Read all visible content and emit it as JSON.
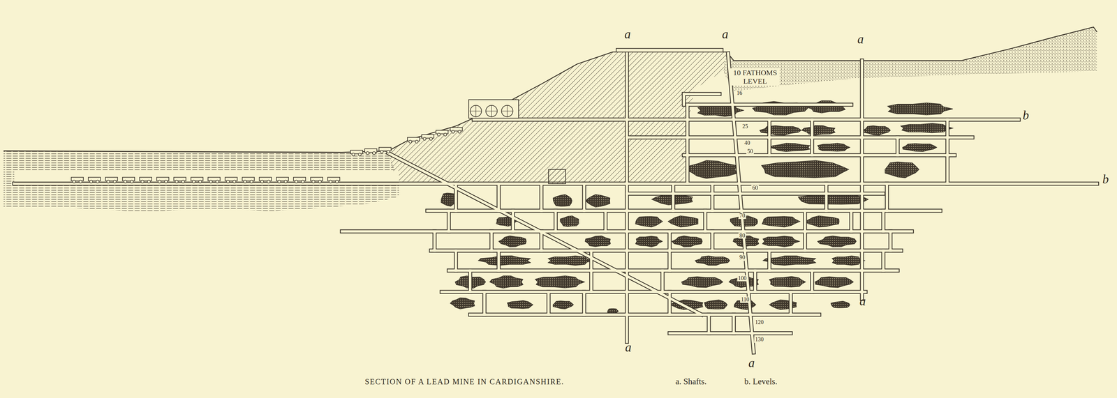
{
  "diagram": {
    "caption": "SECTION OF A LEAD MINE IN CARDIGANSHIRE.",
    "labels": [
      "a",
      "a",
      "a",
      "10 FATHOMS LEVEL",
      "16",
      "25",
      "b",
      "40",
      "50",
      "b",
      "60",
      "70",
      "80",
      "90",
      "100",
      "a",
      "110",
      "120",
      "130",
      "a",
      "a",
      "a. Shafts.",
      "b. Levels."
    ]
  }
}
